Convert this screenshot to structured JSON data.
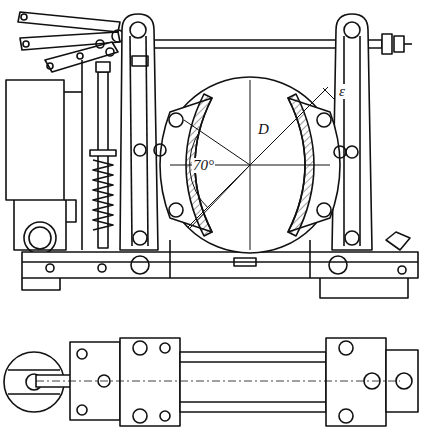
{
  "diagram": {
    "labels": [
      "70°",
      "D",
      "ε"
    ]
  }
}
